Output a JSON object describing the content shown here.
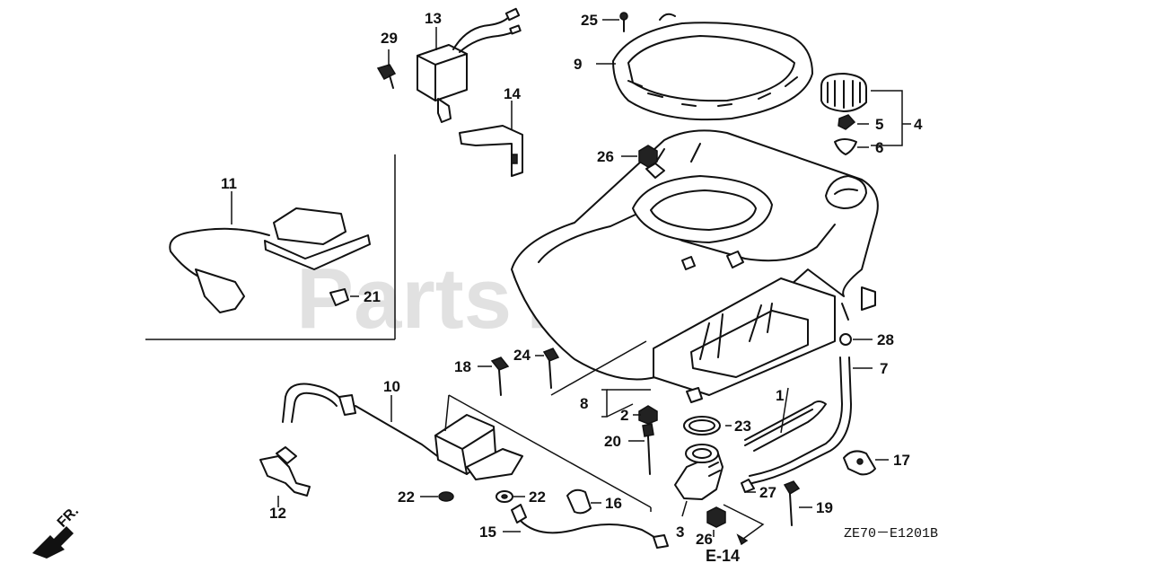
{
  "watermark": "PartsTree",
  "diagram_code": "ZE70－E1201B",
  "reference": "E-14",
  "direction": "FR.",
  "labels": {
    "l1": "1",
    "l2": "2",
    "l3": "3",
    "l4": "4",
    "l5": "5",
    "l6": "6",
    "l7": "7",
    "l8": "8",
    "l9": "9",
    "l10": "10",
    "l11": "11",
    "l12": "12",
    "l13": "13",
    "l14": "14",
    "l15": "15",
    "l16": "16",
    "l17": "17",
    "l18": "18",
    "l19": "19",
    "l20": "20",
    "l21": "21",
    "l22a": "22",
    "l22b": "22",
    "l23": "23",
    "l24": "24",
    "l25": "25",
    "l26a": "26",
    "l26b": "26",
    "l27": "27",
    "l28": "28",
    "l29": "29"
  },
  "icons": [
    "arrow-fr-icon"
  ]
}
